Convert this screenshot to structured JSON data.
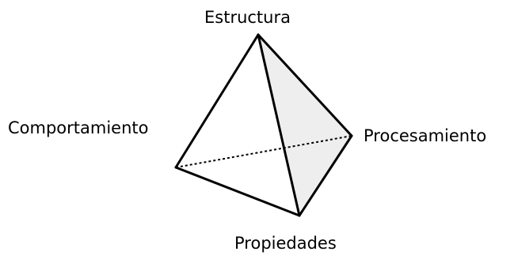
{
  "diagram": {
    "vertices": {
      "top": "Estructura",
      "left": "Comportamiento",
      "right": "Procesamiento",
      "bottom": "Propiedades"
    },
    "colors": {
      "stroke": "#000000",
      "shaded_face": "#eeeeee",
      "hidden_edge": "#000000"
    }
  }
}
